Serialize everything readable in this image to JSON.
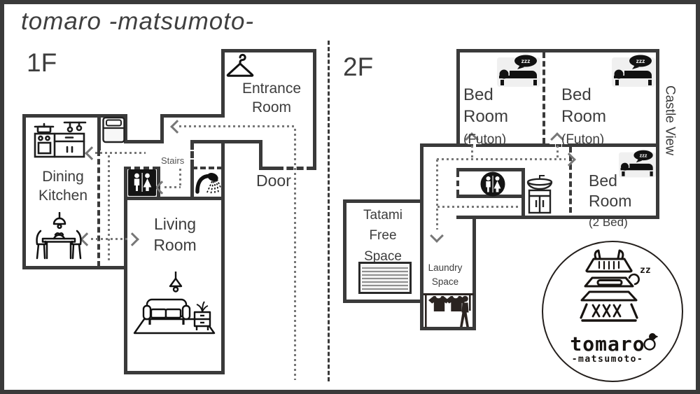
{
  "title": "tomaro -matsumoto-",
  "colors": {
    "wall": "#3a3a3a",
    "route": "#777777",
    "text": "#3d3d3d",
    "icon_black": "#141414",
    "bed_badge_bg": "#f0f0f0"
  },
  "floor1": {
    "label": "1F",
    "entrance": "Entrance\nRoom",
    "door": "Door",
    "stairs": "Stairs",
    "dining_kitchen": "Dining\nKitchen",
    "living": "Living\nRoom"
  },
  "floor2": {
    "label": "2F",
    "bedroom1": {
      "name": "Bed\nRoom",
      "type": "(Futon)"
    },
    "bedroom2": {
      "name": "Bed\nRoom",
      "type": "(Futon)"
    },
    "bedroom3": {
      "name": "Bed\nRoom",
      "type": "(2 Bed)"
    },
    "tatami": "Tatami\nFree\nSpace",
    "laundry": "Laundry\nSpace",
    "castle_view": "Castle View"
  },
  "icons": {
    "bed_zzz": "zzz",
    "hanger": "coat-hanger",
    "kitchen": "kitchen-counter",
    "washing_machine": "washing-machine",
    "toilet": "toilet-wc",
    "shower": "shower-head",
    "dining_table": "dining-table-with-chairs",
    "pendant_light": "pendant-light",
    "sofa": "sofa-rug-plant",
    "sink": "sink-vanity",
    "tatami_mat": "tatami-mat",
    "laundry_hanging": "laundry-drying",
    "bed": "sleeping-bed"
  },
  "logo": {
    "name": "tomaro",
    "subtitle": "-matsumoto-",
    "zz": "zz"
  }
}
